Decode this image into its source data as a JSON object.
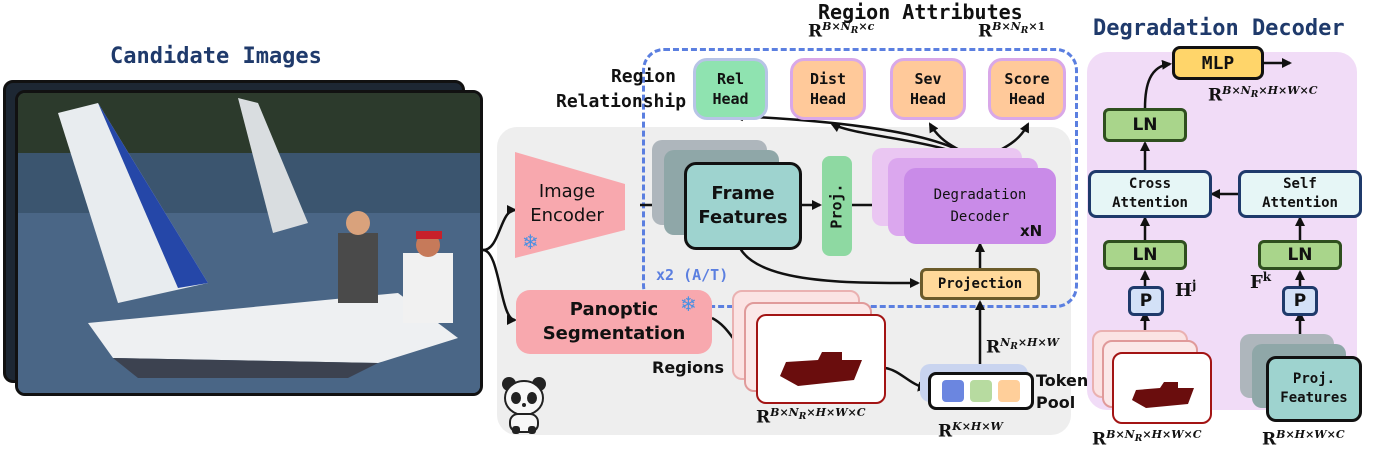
{
  "candidate": {
    "title": "Candidate Images"
  },
  "region_attributes": {
    "title": "Region Attributes",
    "shape_left": "R^{B×N_R×c}",
    "shape_right": "R^{B×N_R×1}"
  },
  "region_relationship": {
    "line1": "Region",
    "line2": "Relationship"
  },
  "heads": [
    {
      "line1": "Rel",
      "line2": "Head",
      "color": "#8fe3b0"
    },
    {
      "line1": "Dist",
      "line2": "Head",
      "color": "#ffc99a"
    },
    {
      "line1": "Sev",
      "line2": "Head",
      "color": "#ffc99a"
    },
    {
      "line1": "Score",
      "line2": "Head",
      "color": "#ffc99a"
    }
  ],
  "main": {
    "image_encoder": {
      "line1": "Image",
      "line2": "Encoder",
      "color": "#f8a8ae"
    },
    "frame_features": {
      "line1": "Frame",
      "line2": "Features",
      "color": "#9ed3cf"
    },
    "proj": {
      "label": "Proj.",
      "color": "#8ed9a2"
    },
    "degradation_decoder": {
      "line1": "Degradation",
      "line2": "Decoder",
      "repeat": "xN",
      "color": "#c98be8"
    },
    "repeat_note": "x2 (A/T)",
    "projection": {
      "label": "Projection",
      "color": "#ffd99a"
    },
    "panoptic": {
      "line1": "Panoptic",
      "line2": "Segmentation",
      "color": "#f8a8ae"
    },
    "regions_label": "Regions",
    "regions_shape": "R^{B×N_R×H×W×C}",
    "masks_shape": "R^{N_R×H×W}",
    "token_pool": {
      "line1": "Token",
      "line2": "Pool",
      "shape": "R^{K×H×W}"
    }
  },
  "decoder": {
    "title": "Degradation Decoder",
    "mlp": "MLP",
    "mlp_shape": "R^{B×N_R×H×W×C}",
    "ln": "LN",
    "cross_attention": {
      "line1": "Cross",
      "line2": "Attention"
    },
    "self_attention": {
      "line1": "Self",
      "line2": "Attention"
    },
    "p": "P",
    "h_label": "H^j",
    "f_label": "F^k",
    "proj_features": {
      "line1": "Proj.",
      "line2": "Features"
    },
    "left_shape": "R^{B×N_R×H×W×C}",
    "right_shape": "R^{B×H×W×C}"
  },
  "colors": {
    "dashed_border": "#5b7fe0",
    "gray_panel": "#eeeeee",
    "decoder_panel": "#f1dcf7",
    "ln": "#a9d58b",
    "attention": "#e6f6f6",
    "p": "#d3e1f7",
    "mlp": "#ffd56a",
    "snowflake": "#4a90e2"
  }
}
